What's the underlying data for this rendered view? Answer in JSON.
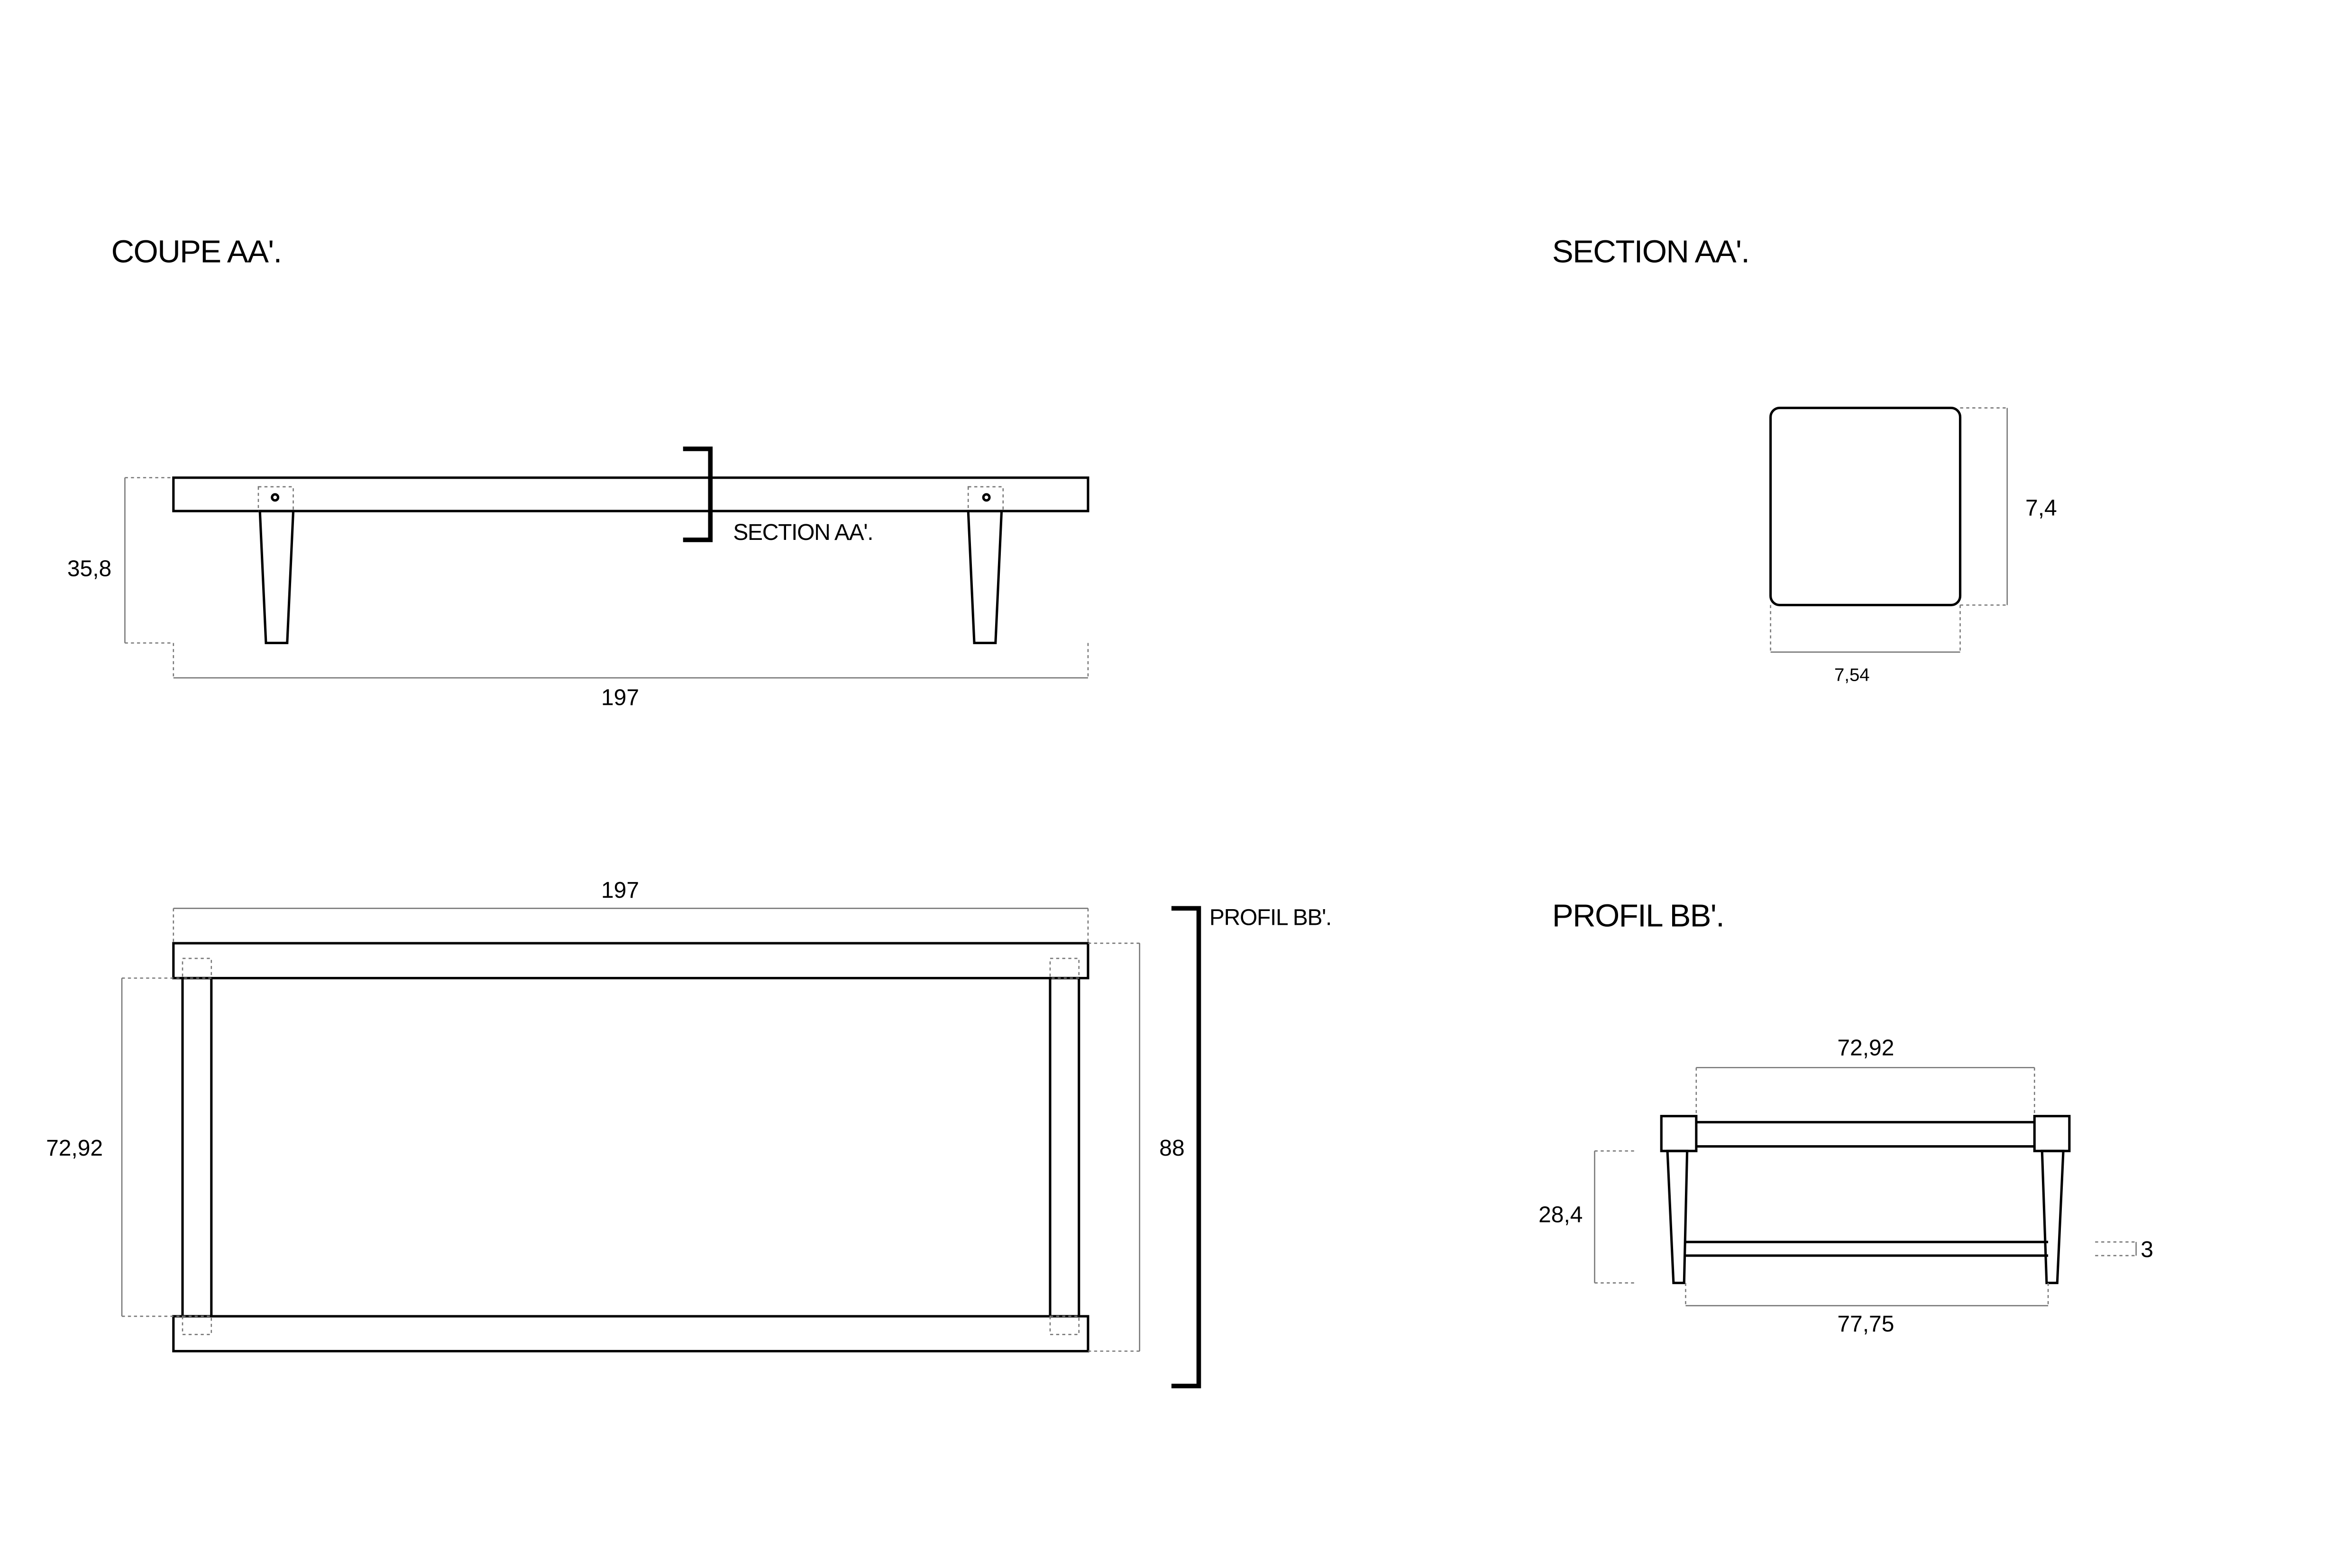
{
  "titles": {
    "coupe": "COUPE AA'.",
    "section": "SECTION AA'.",
    "profil": "PROFIL BB'."
  },
  "coupe": {
    "section_marker": "SECTION AA'.",
    "height": "35,8",
    "length": "197"
  },
  "section": {
    "height": "7,4",
    "width": "7,54"
  },
  "plan": {
    "length": "197",
    "inner_width": "72,92",
    "total_width": "88",
    "profile_marker": "PROFIL BB'."
  },
  "profil": {
    "top_width": "72,92",
    "leg_height": "28,4",
    "bottom_width": "77,75",
    "rail_thickness": "3"
  }
}
